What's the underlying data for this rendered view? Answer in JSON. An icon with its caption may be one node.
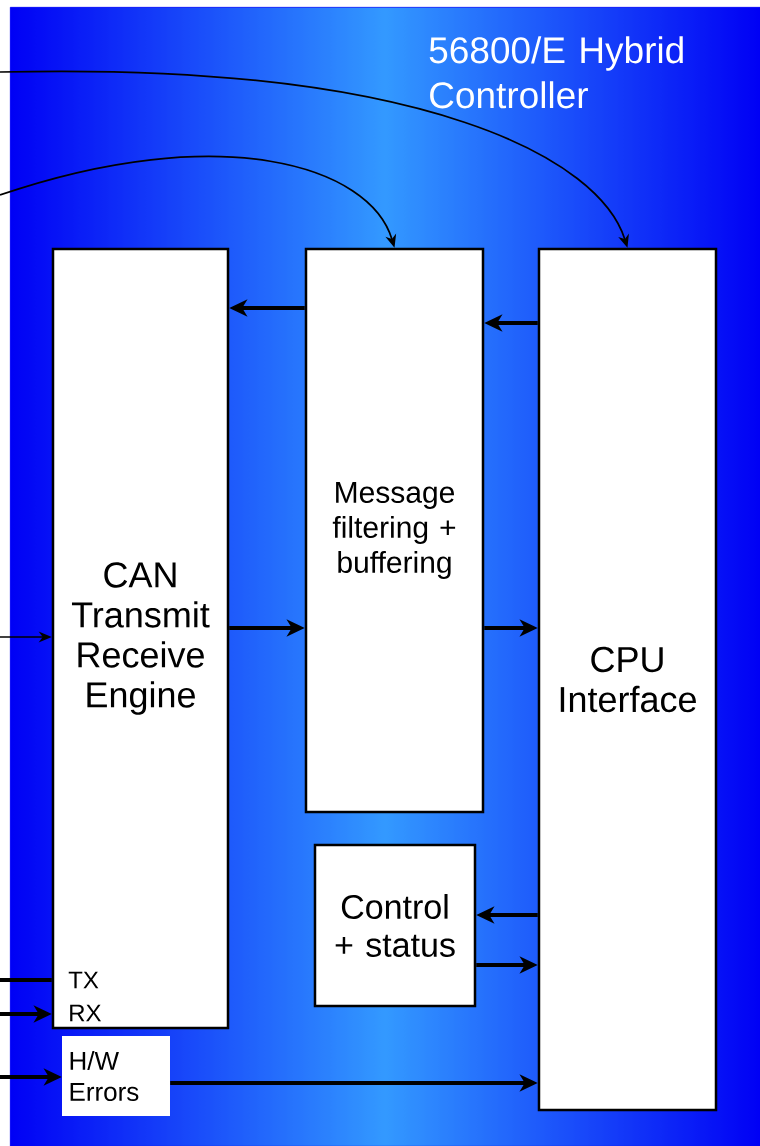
{
  "diagram": {
    "nodes": [
      {
        "text": [
          "56800/E Hybrid Controller"
        ]
      },
      {
        "text": [
          "CAN Transmit Receive Engine",
          "TX",
          "RX"
        ],
        "in": 0
      },
      {
        "text": [
          "Message filtering + buffering"
        ],
        "in": 0
      },
      {
        "text": [
          "CPU Interface"
        ],
        "in": 0
      },
      {
        "text": [
          "Control + status"
        ],
        "in": 0
      },
      {
        "text": [
          "H/W Errors"
        ],
        "in": 0
      }
    ],
    "edges": [
      {
        "from": null,
        "to": 3,
        "arrow": "to"
      },
      {
        "from": null,
        "to": 2,
        "arrow": "to"
      },
      {
        "from": null,
        "to": 1,
        "arrow": "to"
      },
      {
        "from": 1,
        "to": null,
        "arrow": "none"
      },
      {
        "from": null,
        "to": 1,
        "arrow": "to"
      },
      {
        "from": null,
        "to": 5,
        "arrow": "to"
      },
      {
        "from": 2,
        "to": 1,
        "arrow": "to"
      },
      {
        "from": 3,
        "to": 2,
        "arrow": "to"
      },
      {
        "from": 1,
        "to": 2,
        "arrow": "to"
      },
      {
        "from": 2,
        "to": 3,
        "arrow": "to"
      },
      {
        "from": 3,
        "to": 4,
        "arrow": "to"
      },
      {
        "from": 4,
        "to": 3,
        "arrow": "to"
      },
      {
        "from": 5,
        "to": 3,
        "arrow": "to"
      }
    ]
  }
}
